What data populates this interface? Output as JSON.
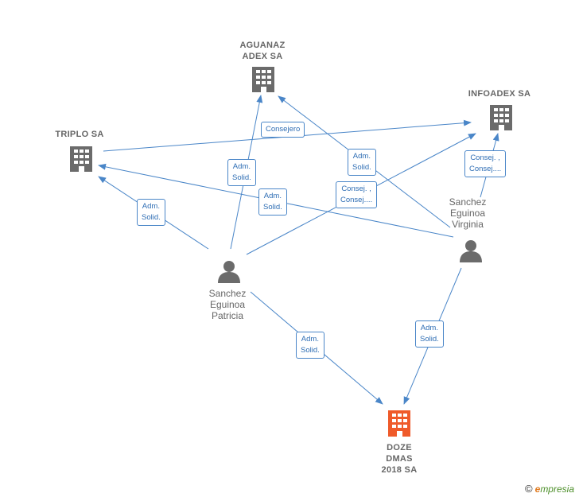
{
  "nodes": {
    "aguanaz": {
      "label_line1": "AGUANAZ",
      "label_line2": "ADEX SA",
      "type": "company"
    },
    "infoadex": {
      "label_line1": "INFOADEX SA",
      "type": "company"
    },
    "triplo": {
      "label_line1": "TRIPLO SA",
      "type": "company"
    },
    "doze": {
      "label_line1": "DOZE",
      "label_line2": "DMAS",
      "label_line3": "2018 SA",
      "type": "company-highlight"
    },
    "patricia": {
      "label_line1": "Sanchez",
      "label_line2": "Eguinoa",
      "label_line3": "Patricia",
      "type": "person"
    },
    "virginia": {
      "label_line1": "Sanchez",
      "label_line2": "Eguinoa",
      "label_line3": "Virginia",
      "type": "person"
    }
  },
  "edges": {
    "consejero": {
      "line1": "Consejero"
    },
    "patricia_aguanaz": {
      "line1": "Adm.",
      "line2": "Solid."
    },
    "patricia_triplo": {
      "line1": "Adm.",
      "line2": "Solid."
    },
    "virginia_triplo": {
      "line1": "Adm.",
      "line2": "Solid."
    },
    "virginia_aguanaz": {
      "line1": "Adm.",
      "line2": "Solid."
    },
    "patricia_infoadex": {
      "line1": "Consej. ,",
      "line2": "Consej...."
    },
    "virginia_infoadex": {
      "line1": "Consej. ,",
      "line2": "Consej...."
    },
    "patricia_doze": {
      "line1": "Adm.",
      "line2": "Solid."
    },
    "virginia_doze": {
      "line1": "Adm.",
      "line2": "Solid."
    }
  },
  "colors": {
    "edge": "#4a86c8",
    "company": "#6b6b6b",
    "highlight": "#ef5a2a",
    "person": "#6b6b6b"
  },
  "footer": {
    "copyright": "©",
    "brand_initial": "e",
    "brand_rest": "mpresia"
  }
}
